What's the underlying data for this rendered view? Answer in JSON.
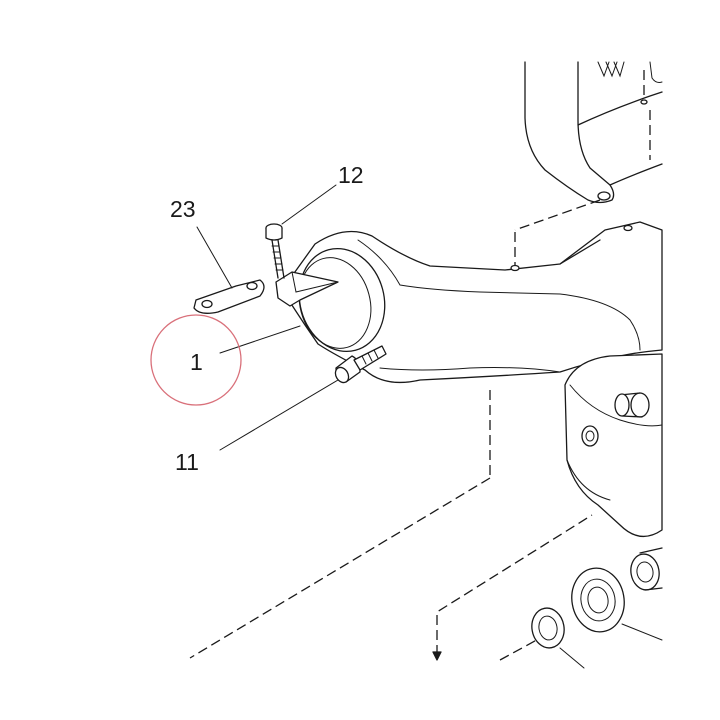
{
  "callouts": {
    "part_1": "1",
    "part_11": "11",
    "part_12": "12",
    "part_23": "23"
  },
  "highlight": {
    "color": "#d9707a",
    "target": "1"
  }
}
